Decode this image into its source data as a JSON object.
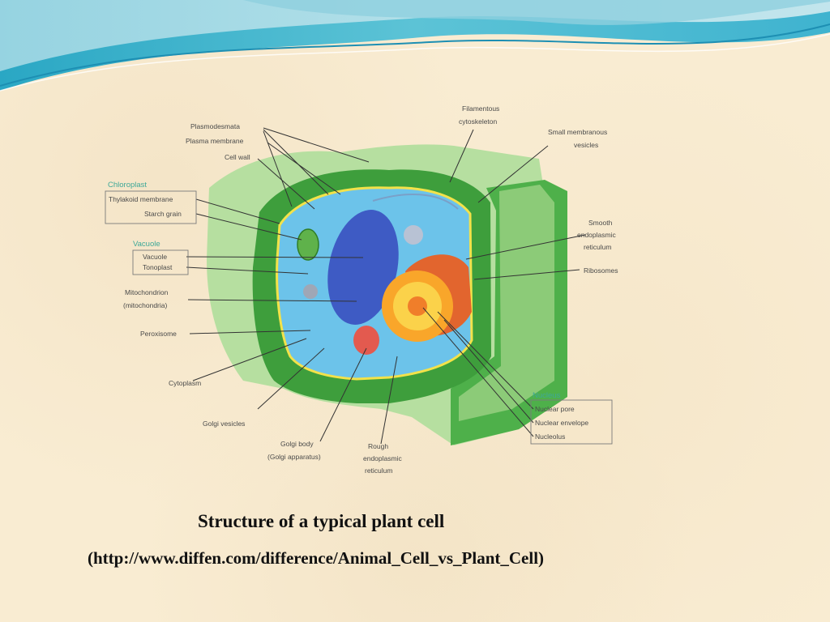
{
  "slide": {
    "title": "Structure of a typical plant cell",
    "source": "(http://www.diffen.com/difference/Animal_Cell_vs_Plant_Cell)"
  },
  "diagram": {
    "labels": {
      "plasmodesmata": "Plasmodesmata",
      "plasma_membrane": "Plasma membrane",
      "cell_wall": "Cell wall",
      "chloroplast": "Chloroplast",
      "thylakoid_membrane": "Thylakoid membrane",
      "starch_grain": "Starch grain",
      "vacuole_group": "Vacuole",
      "vacuole": "Vacuole",
      "tonoplast": "Tonoplast",
      "mitochondrion": "Mitochondrion",
      "mitochondria": "(mitochondria)",
      "peroxisome": "Peroxisome",
      "cytoplasm": "Cytoplasm",
      "golgi_vesicles": "Golgi vesicles",
      "golgi_body": "Golgi body",
      "golgi_apparatus": "(Golgi apparatus)",
      "rough_er_1": "Rough",
      "rough_er_2": "endoplasmic",
      "rough_er_3": "reticulum",
      "filamentous_1": "Filamentous",
      "filamentous_2": "cytoskeleton",
      "small_vesicles_1": "Small membranous",
      "small_vesicles_2": "vesicles",
      "smooth_er_1": "Smooth",
      "smooth_er_2": "endoplasmic",
      "smooth_er_3": "reticulum",
      "ribosomes": "Ribosomes",
      "nucleus": "Nucleus",
      "nuclear_pore": "Nuclear pore",
      "nuclear_envelope": "Nuclear envelope",
      "nucleolus": "Nucleolus"
    }
  }
}
